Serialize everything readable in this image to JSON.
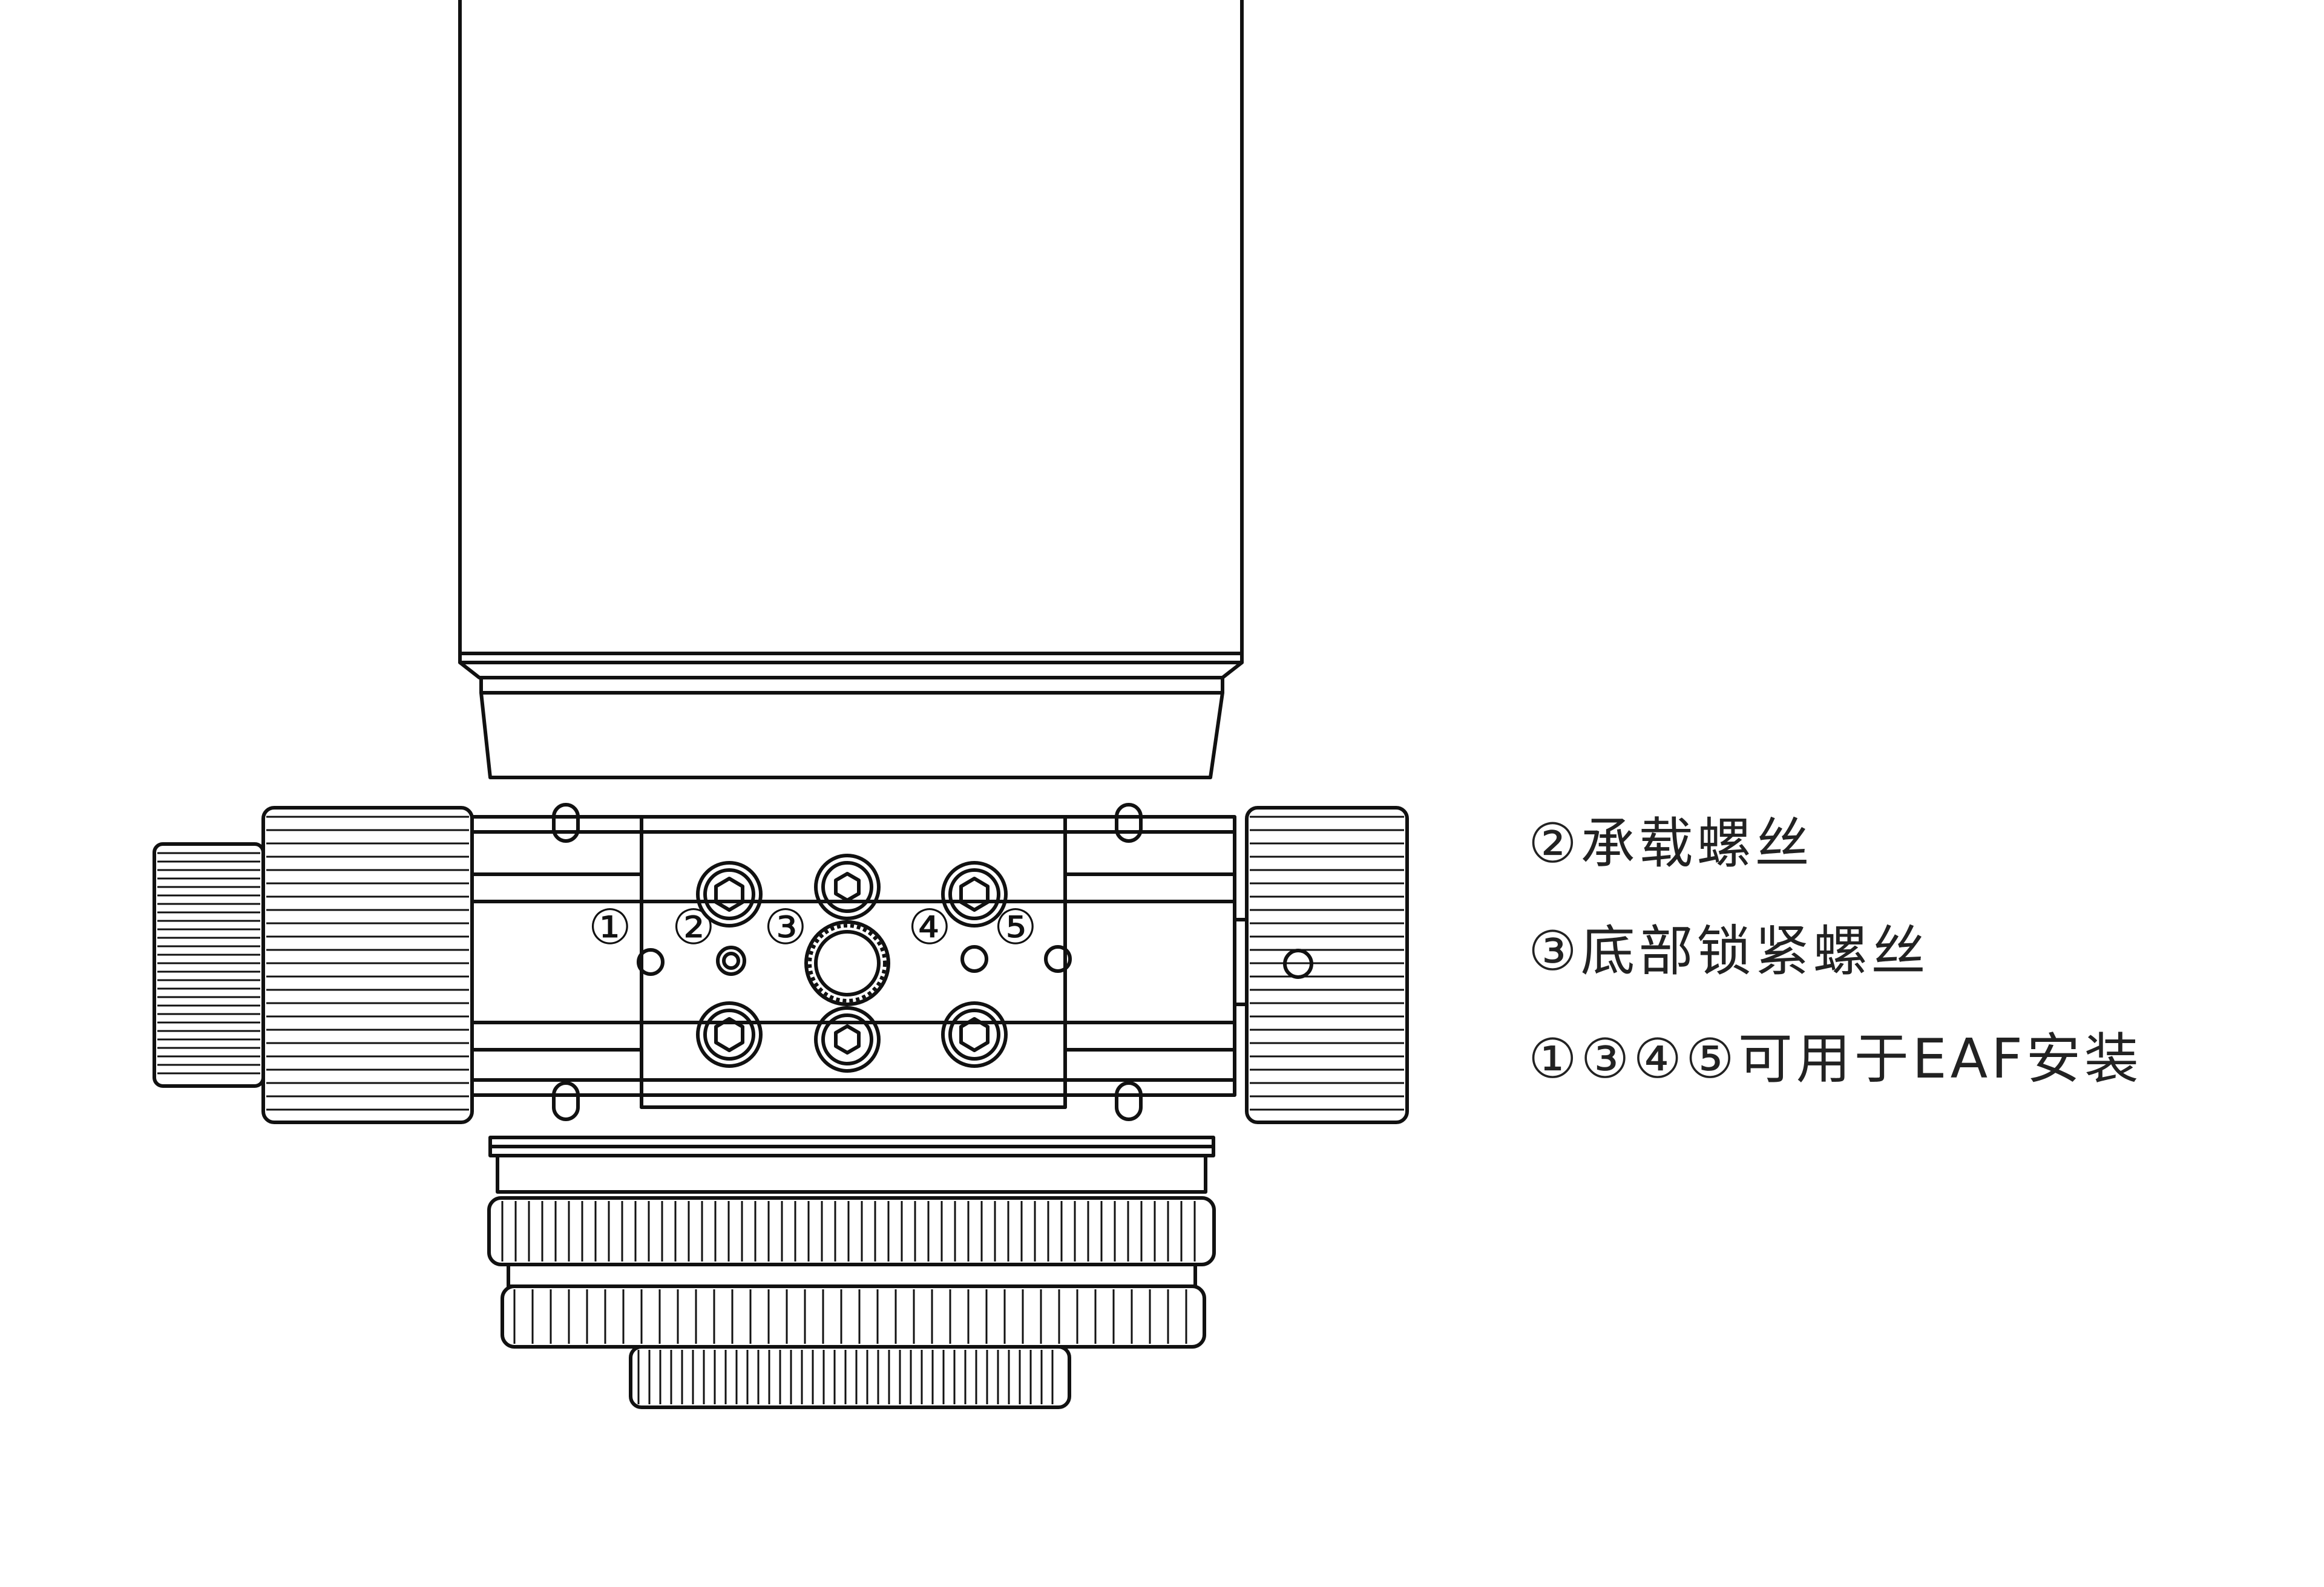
{
  "callouts": {
    "c1": "①",
    "c2": "②",
    "c3": "③",
    "c4": "④",
    "c5": "⑤"
  },
  "legend": {
    "line1": "②承载螺丝",
    "line2": "③底部锁紧螺丝",
    "line3": "①③④⑤可用于EAF安装"
  },
  "colors": {
    "line": "#111111",
    "background": "#ffffff"
  }
}
